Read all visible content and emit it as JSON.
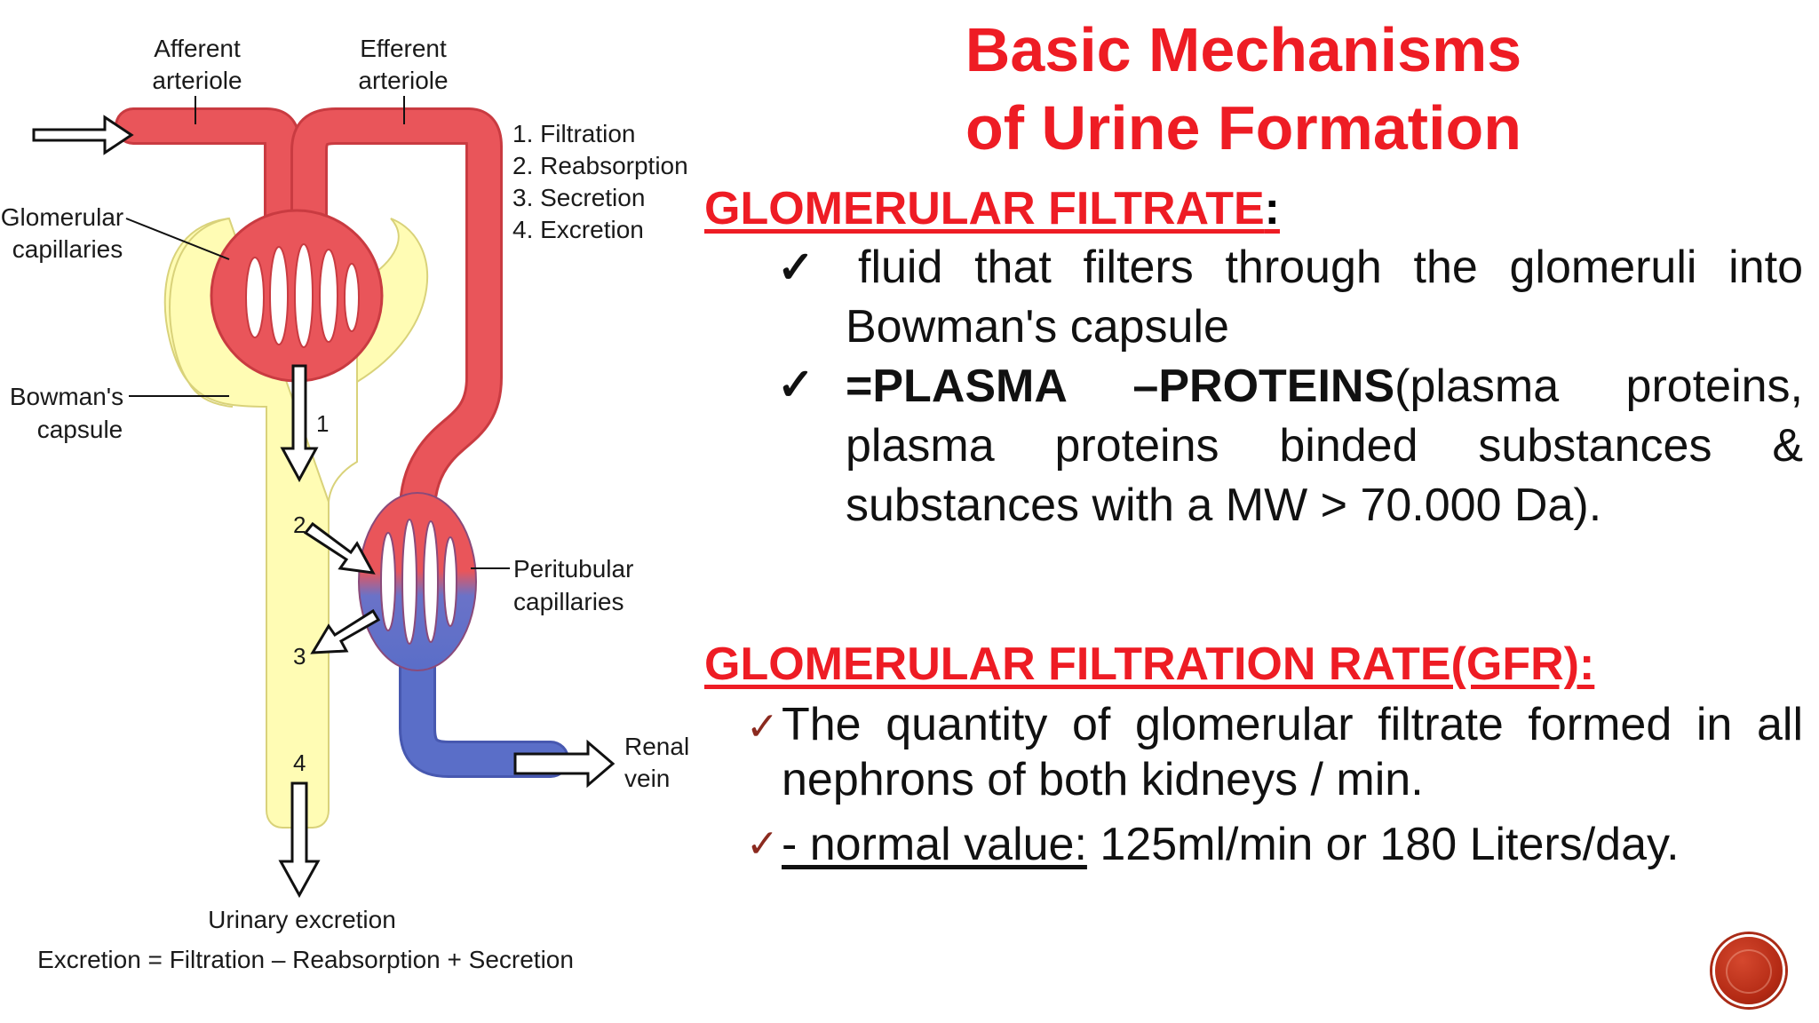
{
  "slide": {
    "title_line1": "Basic Mechanisms",
    "title_line2": "of Urine Formation",
    "section1": {
      "heading": "GLOMERULAR FILTRATE",
      "colon": ":",
      "bullet1": "fluid that filters through the glomeruli into Bowman's capsule",
      "bullet2_bold": "=PLASMA –PROTEINS",
      "bullet2_rest": "(plasma proteins, plasma proteins binded substances & substances with a MW > 70.000 Da)."
    },
    "section2": {
      "heading": "GLOMERULAR FILTRATION RATE(GFR):",
      "bullet1": "The quantity of glomerular filtrate formed in all nephrons of both kidneys / min.",
      "bullet2_underlined": "- normal value:",
      "bullet2_rest": " 125ml/min or 180 Liters/day."
    },
    "check_mark": "✓",
    "colors": {
      "title": "#ee1c24",
      "artery": "#e9555a",
      "vein": "#5a6ec8",
      "capsule": "#fffcb4"
    }
  },
  "diagram": {
    "afferent_line1": "Afferent",
    "afferent_line2": "arteriole",
    "efferent_line1": "Efferent",
    "efferent_line2": "arteriole",
    "steps": [
      "1. Filtration",
      "2. Reabsorption",
      "3. Secretion",
      "4. Excretion"
    ],
    "glomerular_line1": "Glomerular",
    "glomerular_line2": "capillaries",
    "bowmans_line1": "Bowman's",
    "bowmans_line2": "capsule",
    "peritubular_line1": "Peritubular",
    "peritubular_line2": "capillaries",
    "renal_line1": "Renal",
    "renal_line2": "vein",
    "num1": "1",
    "num2": "2",
    "num3": "3",
    "num4": "4",
    "urinary": "Urinary excretion",
    "equation": "Excretion = Filtration – Reabsorption + Secretion"
  }
}
